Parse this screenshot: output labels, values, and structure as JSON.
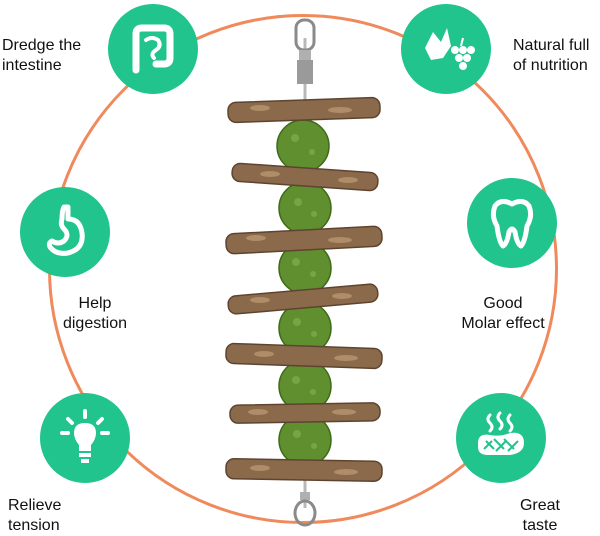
{
  "features": [
    {
      "id": "dredge",
      "line1": "Dredge the",
      "line2": "intestine",
      "icon": "intestine-icon"
    },
    {
      "id": "nutrition",
      "line1": "Natural full",
      "line2": "of nutrition",
      "icon": "grapes-leaf-icon"
    },
    {
      "id": "digestion",
      "line1": "Help",
      "line2": "digestion",
      "icon": "stomach-icon"
    },
    {
      "id": "molar",
      "line1": "Good",
      "line2": "Molar effect",
      "icon": "tooth-icon"
    },
    {
      "id": "tension",
      "line1": "Relieve",
      "line2": "tension",
      "icon": "lightbulb-icon"
    },
    {
      "id": "taste",
      "line1": "Great",
      "line2": "taste",
      "icon": "steak-icon"
    }
  ],
  "colors": {
    "badge": "#21c48c",
    "ring": "#f08a5c",
    "wood": "#8a6a4a",
    "grass": "#5f8f2e"
  },
  "product": {
    "sticks": 7,
    "grass_balls": 6,
    "icon": "chew-toy-image"
  }
}
